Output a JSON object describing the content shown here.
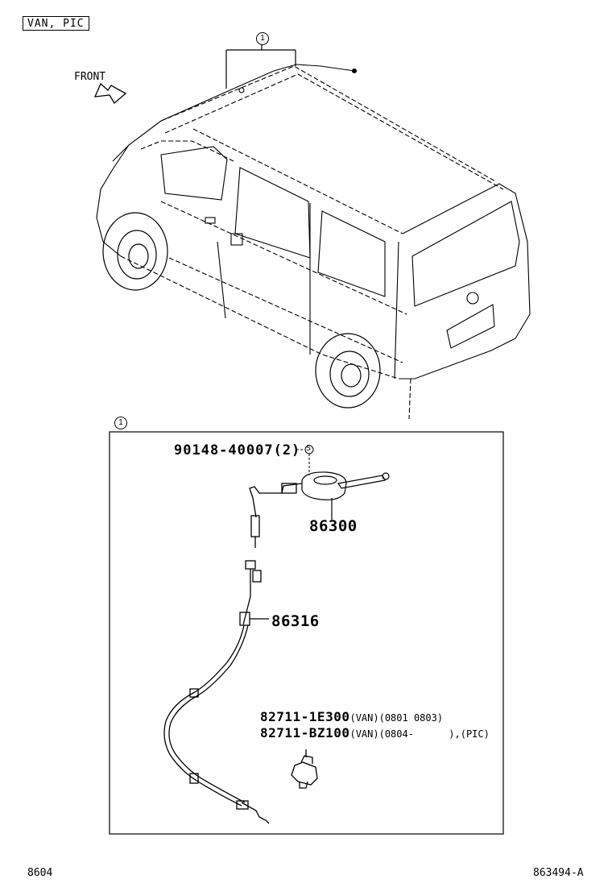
{
  "header": {
    "variant_tag": "VAN, PIC",
    "front_label": "FRONT",
    "callout_marker": "1"
  },
  "detail": {
    "callout_marker": "1",
    "screw_label": "90148-40007(2)",
    "screw_marker": "S",
    "antenna_part": "86300",
    "cable_part": "86316",
    "clamp_part_1": "82711-1E300",
    "clamp_part_1_note": "(VAN)(0801 0803)",
    "clamp_part_2": "82711-BZ100",
    "clamp_part_2_note": "(VAN)(0804-      ),(PIC)"
  },
  "footer": {
    "left_code": "8604",
    "right_code": "863494-A"
  }
}
